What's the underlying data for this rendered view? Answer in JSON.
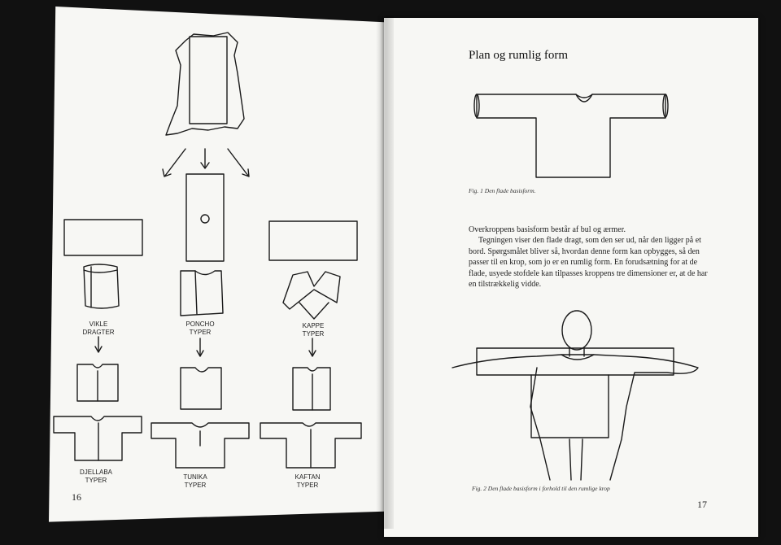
{
  "left_page": {
    "captions": {
      "vikle": [
        "VIKLE",
        "DRAGTER"
      ],
      "poncho": [
        "PONCHO",
        "TYPER"
      ],
      "kappe": [
        "KAPPE",
        "TYPER"
      ],
      "djellaba": [
        "DJELLABA",
        "TYPER"
      ],
      "tunika": [
        "TUNIKA",
        "TYPER"
      ],
      "kaftan": [
        "KAFTAN",
        "TYPER"
      ]
    },
    "page_number": "16"
  },
  "right_page": {
    "title": "Plan og rumlig form",
    "fig1_caption": "Fig. 1 Den flade basisform.",
    "paragraph1": "Overkroppens basisform består af bul og ærmer.",
    "paragraph2": "Tegningen viser den flade dragt, som den ser ud, når den ligger på et bord. Spørgsmålet bliver så, hvordan denne form kan opbygges, så den passer til en krop, som jo er en rumlig form. En forudsætning for at de flade, usyede stofdele kan tilpasses kroppens tre dimensioner er, at de har en tilstrækkelig vidde.",
    "fig2_caption": "Fig. 2 Den flade basisform i forhold til den rumlige krop",
    "page_number": "17"
  }
}
